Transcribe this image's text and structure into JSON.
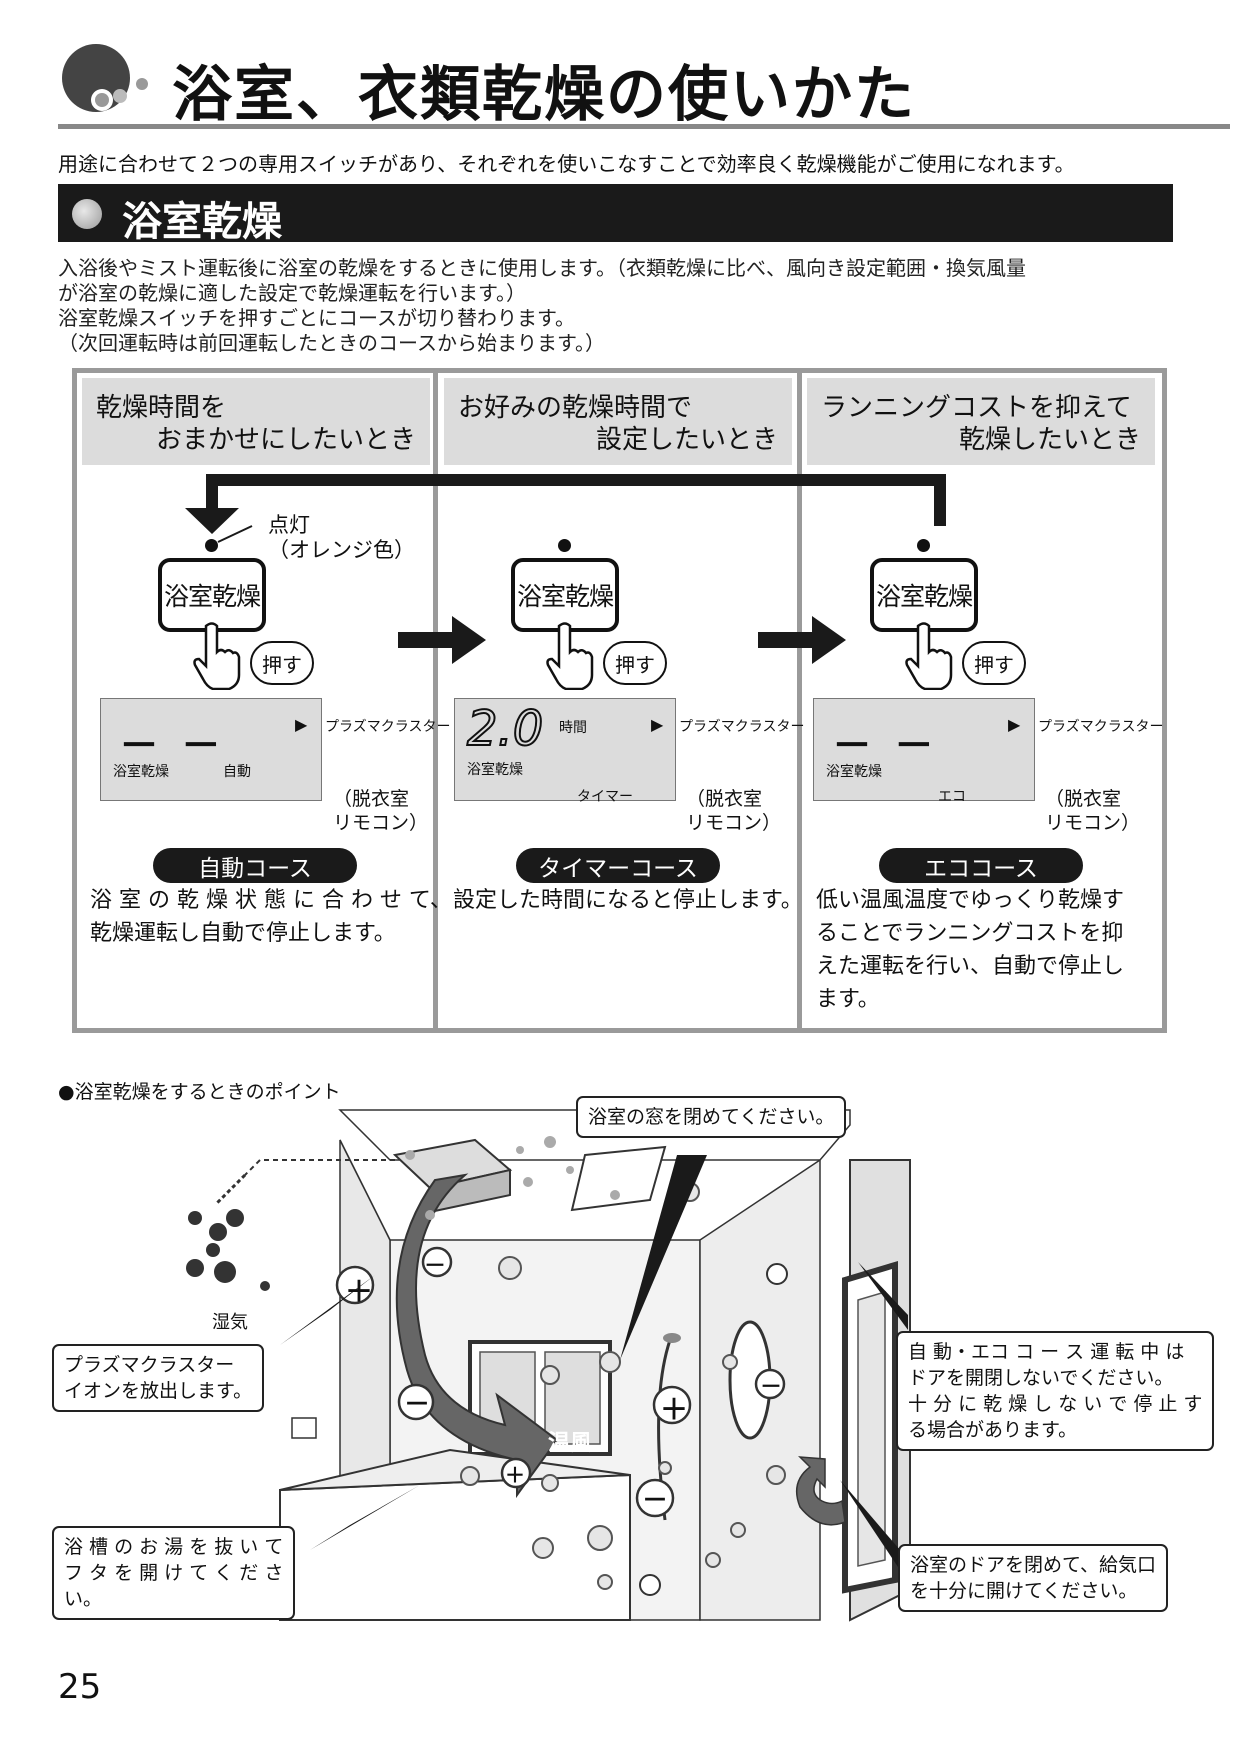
{
  "page": {
    "title": "浴室、衣類乾燥の使いかた",
    "intro": "用途に合わせて２つの専用スイッチがあり、それぞれを使いこなすことで効率良く乾燥機能がご使用になれます。",
    "page_number": "25"
  },
  "section": {
    "title": "浴室乾燥",
    "desc": [
      "入浴後やミスト運転後に浴室の乾燥をするときに使用します。（衣類乾燥に比べ、風向き設定範囲・換気風量",
      "が浴室の乾燥に適した設定で乾燥運転を行います。）",
      "浴室乾燥スイッチを押すごとにコースが切り替わります。",
      "（次回運転時は前回運転したときのコースから始まります。）"
    ]
  },
  "courses": [
    {
      "header": [
        "乾燥時間を",
        "おまかせにしたいとき"
      ],
      "button": "浴室乾燥",
      "push": "押す",
      "lcd": {
        "digits": "－ －",
        "unit": "",
        "arrow": "▶",
        "left": "浴室乾燥",
        "mode": "自動"
      },
      "side_label": "プラズマクラスター",
      "remote": [
        "（脱衣室",
        "リモコン）"
      ],
      "name": "自動コース",
      "desc": [
        "浴 室 の 乾 燥 状 態 に 合 わ せ て、",
        "乾燥運転し自動で停止します。"
      ]
    },
    {
      "header": [
        "お好みの乾燥時間で",
        "設定したいとき"
      ],
      "button": "浴室乾燥",
      "push": "押す",
      "lcd": {
        "digits": "2.0",
        "unit": "時間",
        "arrow": "▶",
        "left": "浴室乾燥",
        "mode": "タイマー"
      },
      "side_label": "プラズマクラスター",
      "remote": [
        "（脱衣室",
        "リモコン）"
      ],
      "name": "タイマーコース",
      "desc": [
        "設定した時間になると停止します。"
      ]
    },
    {
      "header": [
        "ランニングコストを抑えて",
        "乾燥したいとき"
      ],
      "button": "浴室乾燥",
      "push": "押す",
      "lcd": {
        "digits": "－ －",
        "unit": "",
        "arrow": "▶",
        "left": "浴室乾燥",
        "mode": "エコ"
      },
      "side_label": "プラズマクラスター",
      "remote": [
        "（脱衣室",
        "リモコン）"
      ],
      "name": "エココース",
      "desc": [
        "低い温風温度でゆっくり乾燥す",
        "ることでランニングコストを抑",
        "えた運転を行い、自動で停止し",
        "ます。"
      ]
    }
  ],
  "indicator": {
    "line1": "点灯",
    "line2": "（オレンジ色）"
  },
  "points": {
    "title": "●浴室乾燥をするときのポイント",
    "window": "浴室の窓を閉めてください。",
    "plasma": [
      "プラズマクラスター",
      "イオンを放出します。"
    ],
    "door_warning": [
      "自 動・エコ コ ー ス 運 転 中 は",
      "ドアを開閉しないでください。",
      "十 分 に 乾 燥 し な い で 停 止 す",
      "る場合があります。"
    ],
    "bathtub": [
      "浴 槽 の お 湯 を 抜 い て",
      "フ タ を 開 け て く だ さ",
      "い。"
    ],
    "door_vent": [
      "浴室のドアを閉めて、給気口",
      "を十分に開けてください。"
    ],
    "moisture": "湿気",
    "warm_air": "温風",
    "plus": "＋",
    "minus": "－"
  }
}
